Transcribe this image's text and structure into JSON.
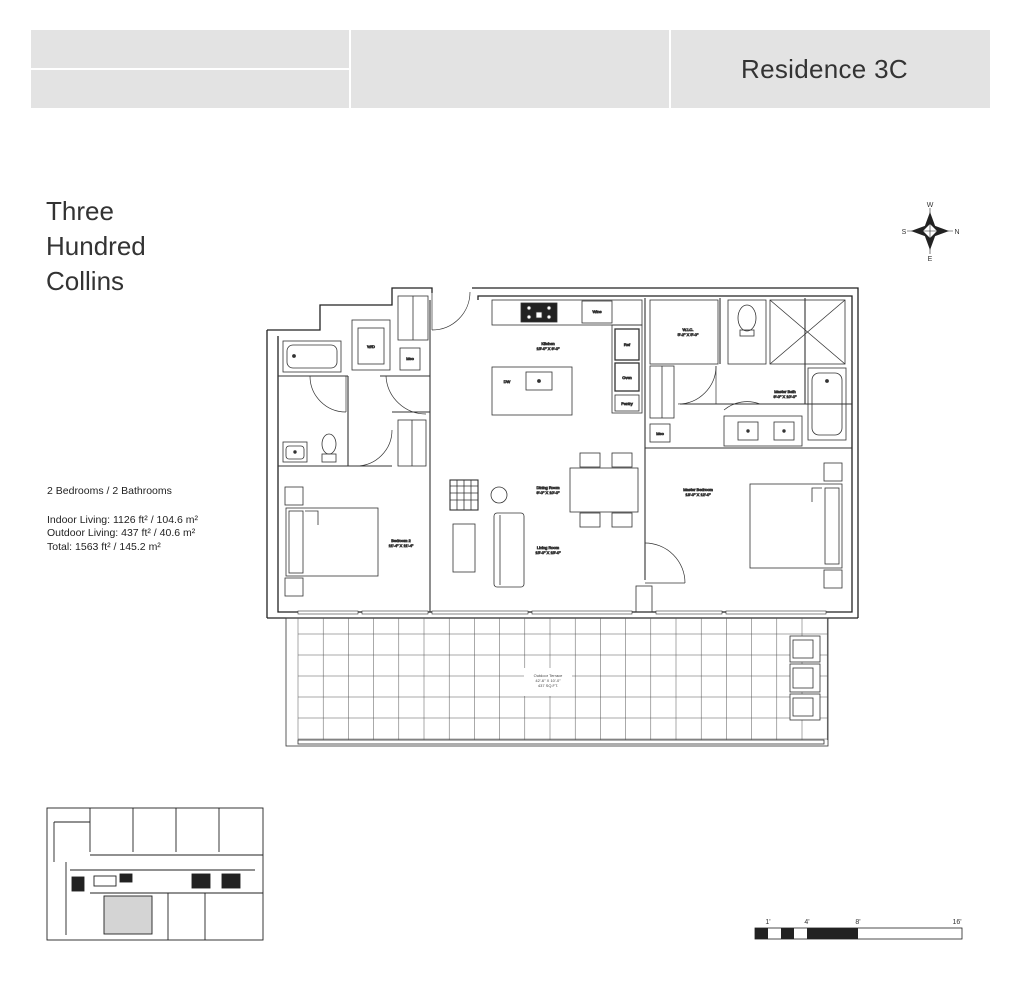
{
  "header": {
    "residence": "Residence 3C"
  },
  "building": {
    "title_lines": [
      "Three",
      "Hundred",
      "Collins"
    ]
  },
  "specs": {
    "rooms": "2 Bedrooms / 2 Bathrooms",
    "indoor": "Indoor Living: 1126 ft² / 104.6 m²",
    "outdoor": "Outdoor Living: 437 ft² / 40.6 m²",
    "total": "Total: 1563 ft² / 145.2 m²"
  },
  "compass": {
    "w": "W",
    "s": "S",
    "n": "N",
    "e": "E"
  },
  "rooms": {
    "wd": "W/D",
    "mec1": "Mec",
    "wine": "Wine",
    "kitchen": "Kitchen",
    "kitchen_dim": "15'-0\" X 9'-0\"",
    "ref": "Ref",
    "oven": "Oven",
    "pantry": "Pantry",
    "dw": "DW",
    "wic": "W.I.C.",
    "wic_dim": "5'-2\" X 5'-0\"",
    "master_bath": "Master Bath",
    "master_bath_dim": "9'-0\" X 10'-0\"",
    "mec2": "Mec",
    "dining": "Dining Room",
    "dining_dim": "9'-0\" X 10'-0\"",
    "living": "Living Room",
    "living_dim": "15'-0\" X 15'-0\"",
    "bedroom2": "Bedroom 2",
    "bedroom2_dim": "11'-4\" X 11'-4\"",
    "master_bedroom": "Master Bedroom",
    "master_bedroom_dim": "13'-0\" X 12'-0\"",
    "terrace": "Outdoor Terrace",
    "terrace_dim": "42'-6\" X 10'-0\"",
    "terrace_area": "437 SQ.FT."
  },
  "scale": {
    "t1": "1'",
    "t2": "4'",
    "t3": "8'",
    "t4": "16'"
  }
}
